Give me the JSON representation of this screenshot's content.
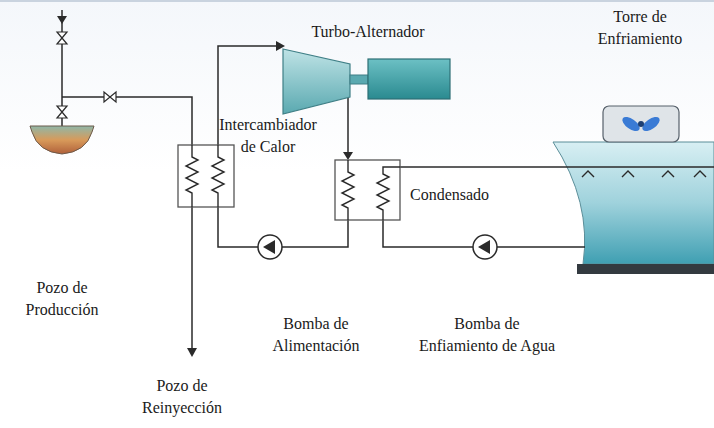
{
  "diagram": {
    "labels": [
      "Turbo-Alternador",
      "Torre de Enfriamiento",
      "Intercambiador de Calor",
      "Condensado",
      "Pozo de Producción",
      "Bomba de Alimentación",
      "Bomba de Enfiamiento de Agua",
      "Pozo de Reinyección"
    ]
  }
}
